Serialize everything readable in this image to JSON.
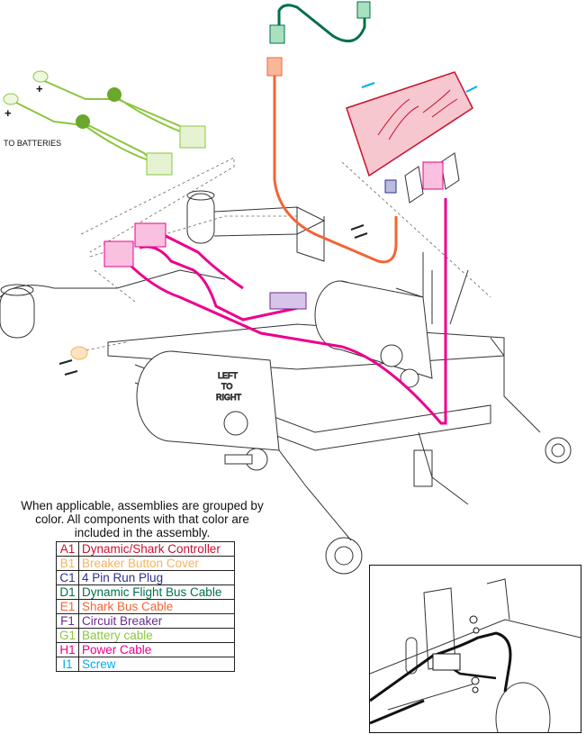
{
  "diagram": {
    "battery_label": "TO BATTERIES",
    "plus_labels": [
      "+",
      "+"
    ],
    "motor_label": [
      "LEFT",
      "TO",
      "RIGHT"
    ]
  },
  "note": "When applicable, assemblies are grouped by color. All components with that color are included in the assembly.",
  "legend": [
    {
      "code": "A1",
      "name": "Dynamic/Shark Controller",
      "color": "#c8102e"
    },
    {
      "code": "B1",
      "name": "Breaker Button Cover",
      "color": "#f9b25a"
    },
    {
      "code": "C1",
      "name": "4 Pin Run Plug",
      "color": "#2e3192"
    },
    {
      "code": "D1",
      "name": "Dynamic Flight Bus Cable",
      "color": "#00704a"
    },
    {
      "code": "E1",
      "name": "Shark Bus Cable",
      "color": "#f26534"
    },
    {
      "code": "F1",
      "name": "Circuit Breaker",
      "color": "#6a2c91"
    },
    {
      "code": "G1",
      "name": "Battery cable",
      "color": "#8dc63f"
    },
    {
      "code": "H1",
      "name": "Power Cable",
      "color": "#ec008c"
    },
    {
      "code": "I1",
      "name": "Screw",
      "color": "#00aeef"
    }
  ]
}
